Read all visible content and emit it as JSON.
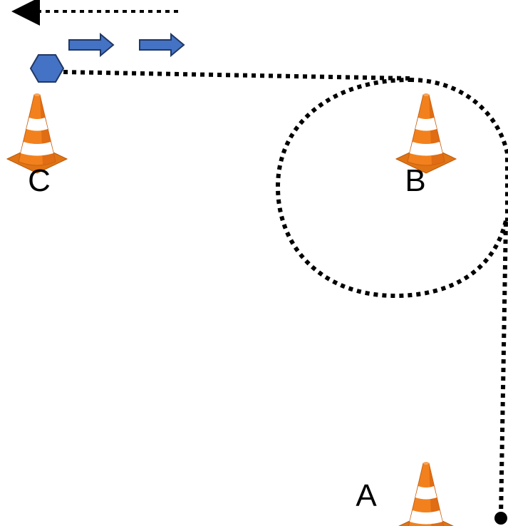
{
  "cones": [
    {
      "id": "A",
      "label": "A"
    },
    {
      "id": "B",
      "label": "B"
    },
    {
      "id": "C",
      "label": "C"
    }
  ],
  "colors": {
    "path": "#000000",
    "cone_orange": "#F2811D",
    "cone_dark": "#D9640F",
    "cone_stripe": "#FFFFFF",
    "marker_blue": "#4472C4",
    "marker_outline": "#203864"
  },
  "icons": {
    "start_point": "black-dot-icon",
    "end_marker": "blue-hexagon-icon",
    "direction_arrows": "blue-right-arrow-icon",
    "return_arrow": "dotted-left-arrow-icon"
  }
}
